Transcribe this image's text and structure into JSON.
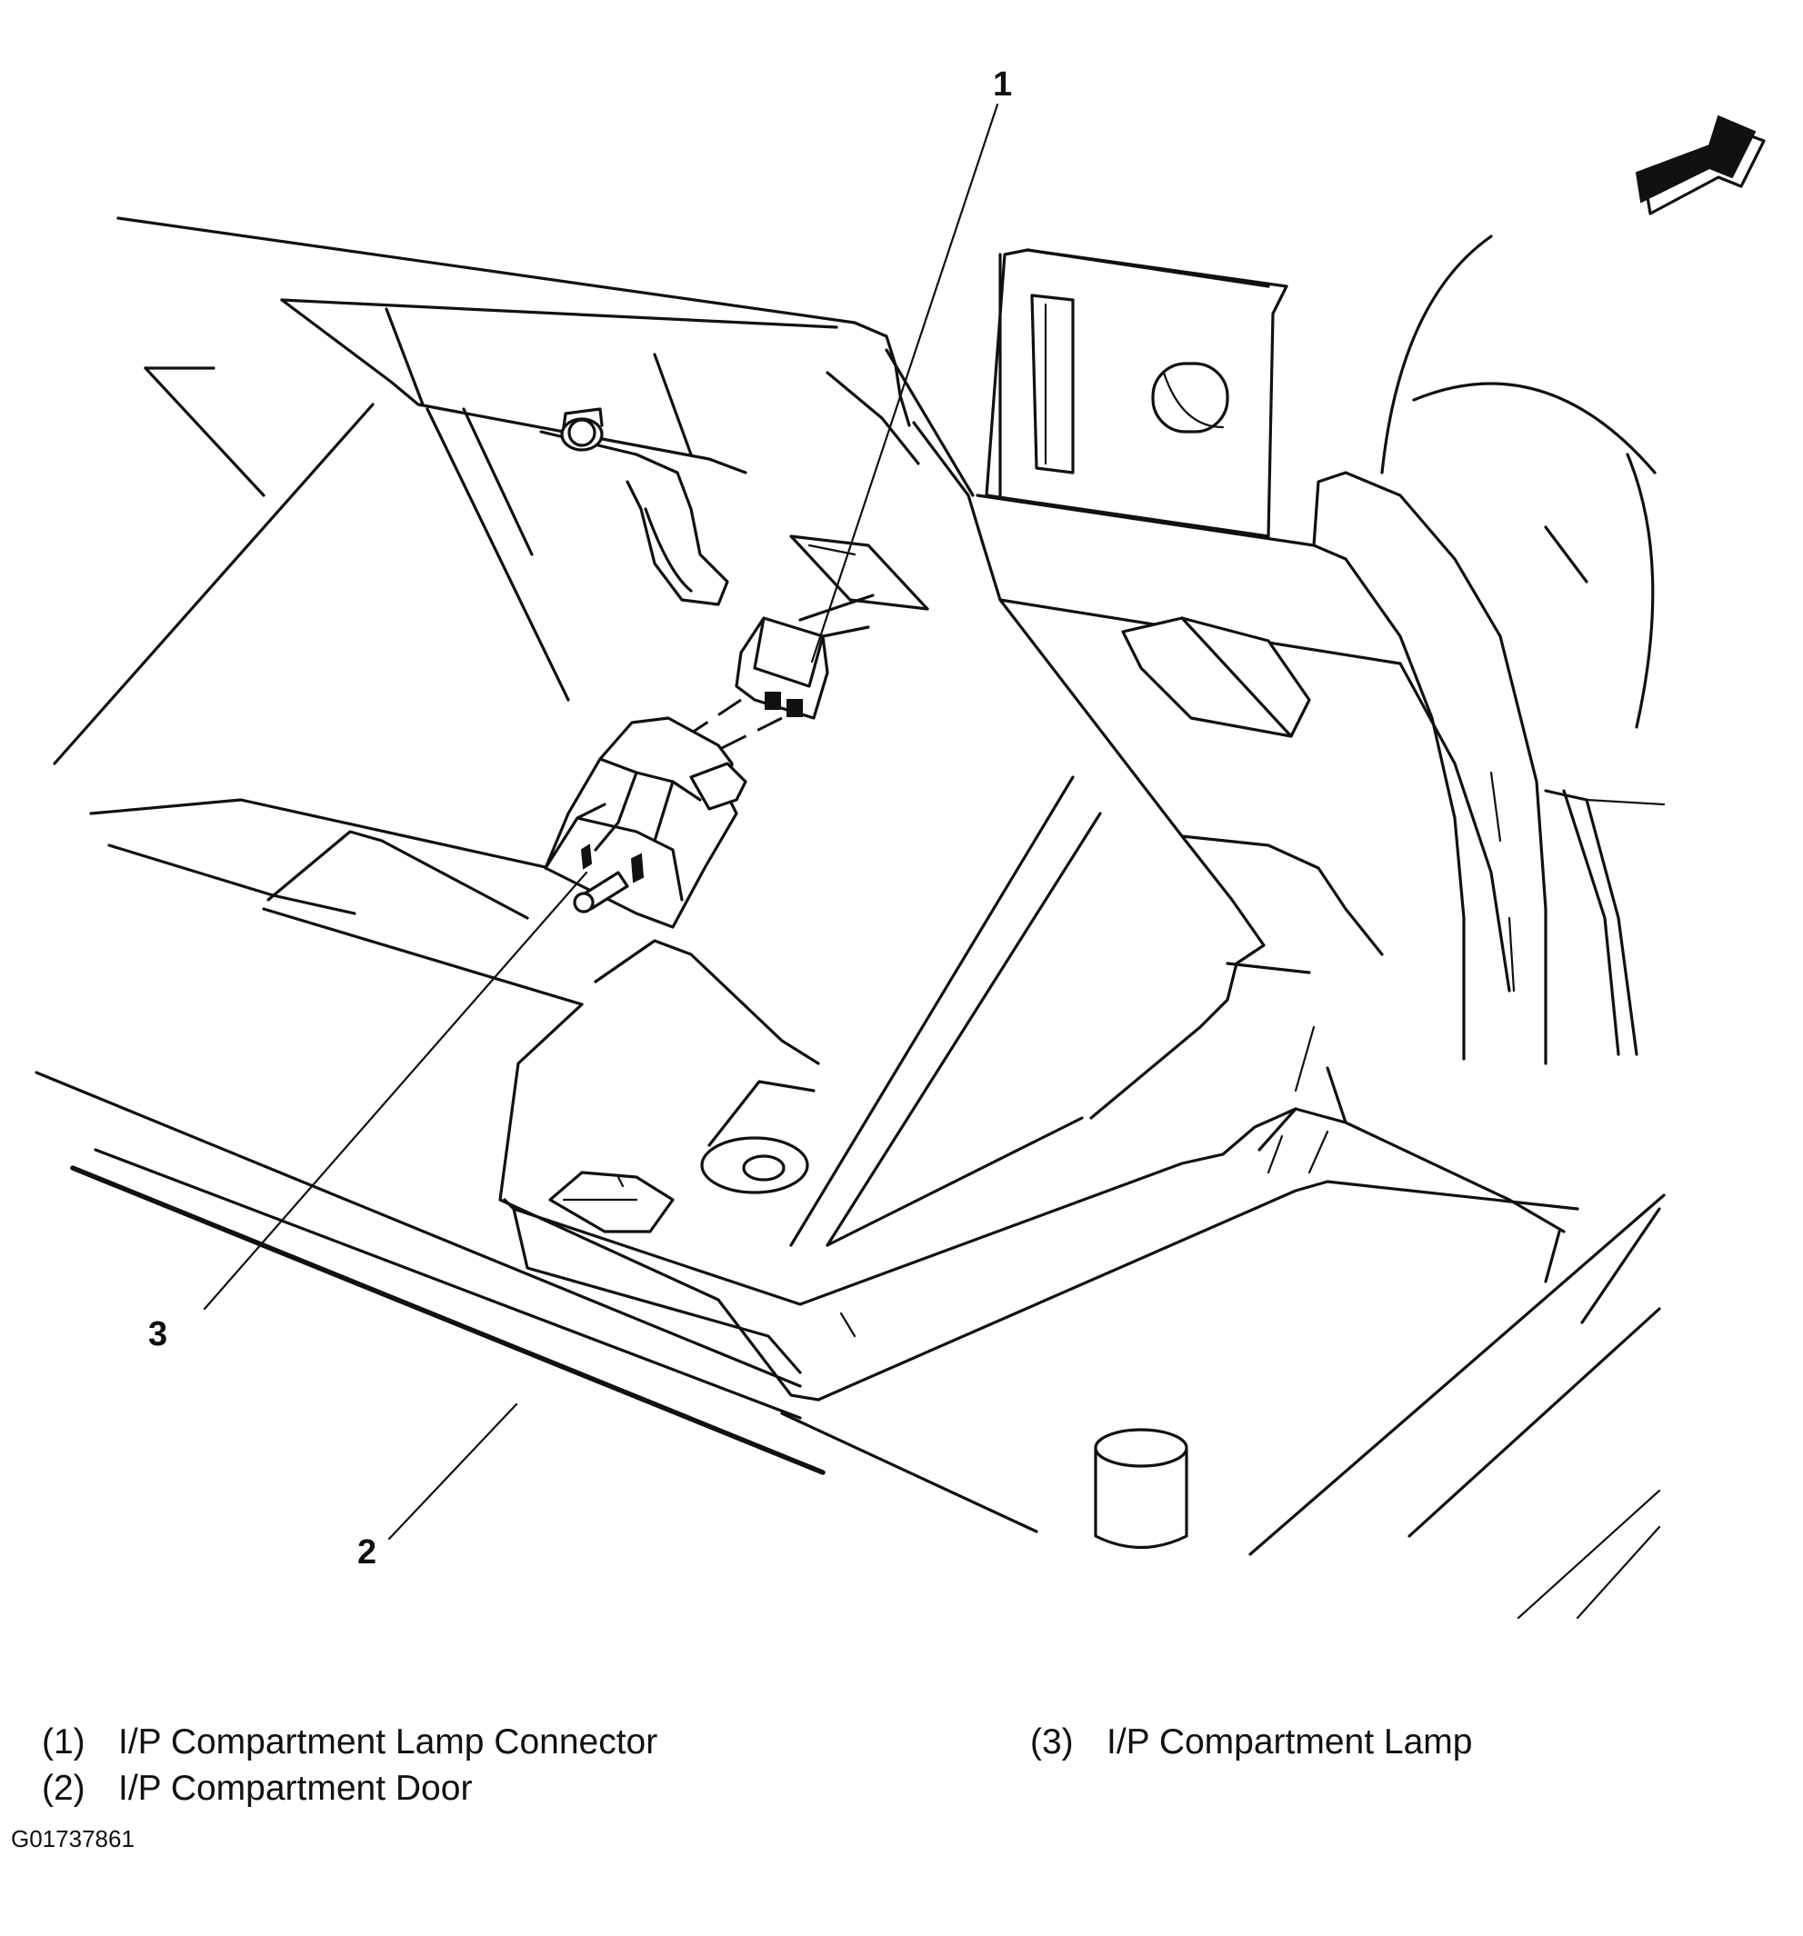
{
  "callouts": {
    "c1": "1",
    "c2": "2",
    "c3": "3"
  },
  "legend": [
    {
      "index": "(1)",
      "text": "I/P Compartment Lamp Connector"
    },
    {
      "index": "(2)",
      "text": "I/P Compartment Door"
    },
    {
      "index": "(3)",
      "text": "I/P Compartment Lamp"
    }
  ],
  "figure_id": "G01737861",
  "icons": {
    "direction": "arrow-icon"
  },
  "colors": {
    "line": "#111111",
    "background": "#ffffff"
  }
}
